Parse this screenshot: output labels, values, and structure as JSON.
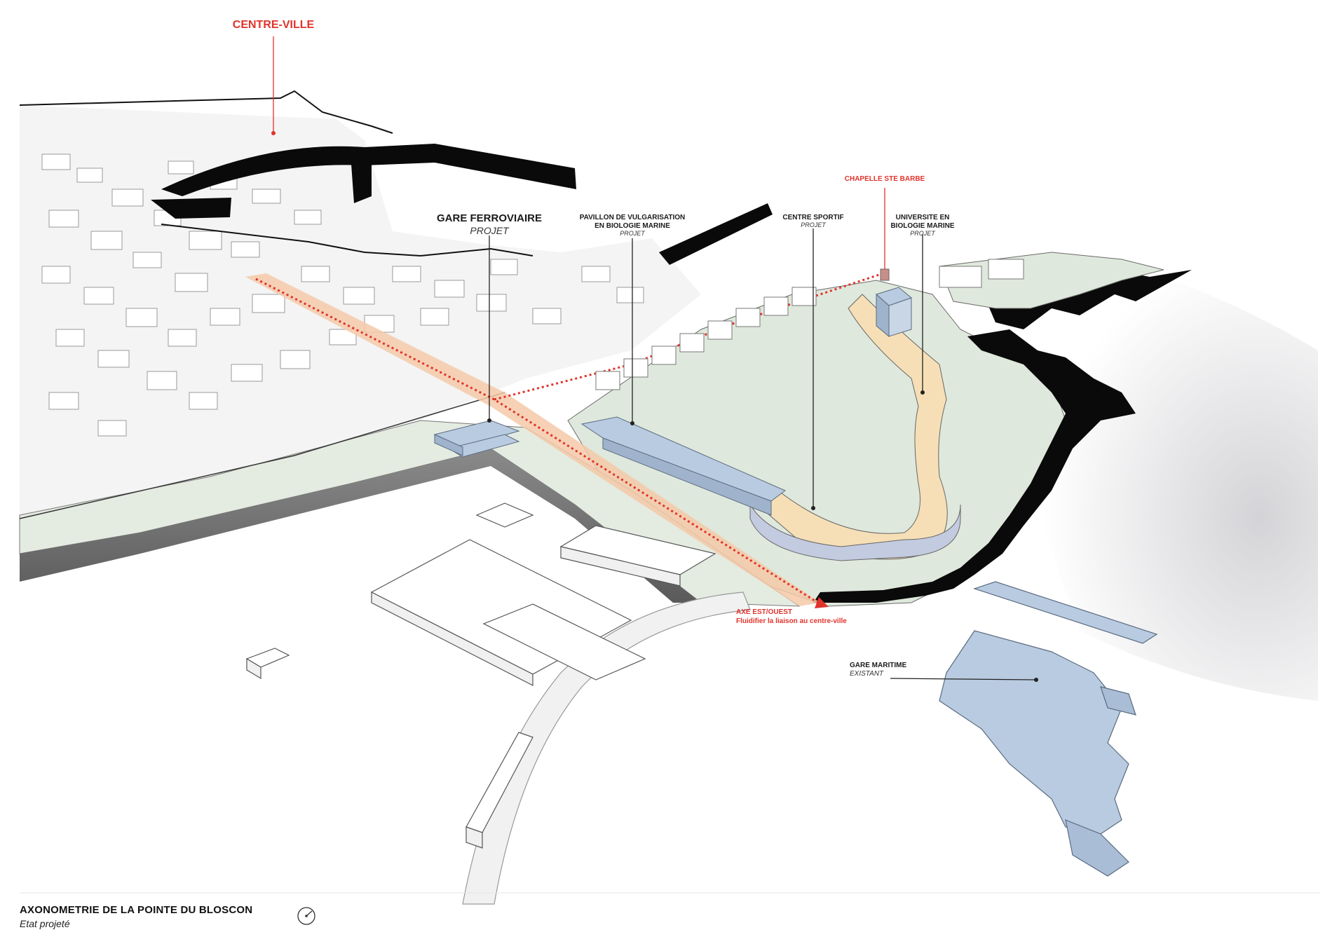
{
  "labels": {
    "centre_ville": "CENTRE-VILLE",
    "chapelle": "CHAPELLE STE BARBE",
    "gare_ferro_title": "GARE FERROVIAIRE",
    "gare_ferro_sub": "PROJET",
    "pavillon_l1": "PAVILLON DE VULGARISATION",
    "pavillon_l2": "EN BIOLOGIE MARINE",
    "pavillon_sub": "PROJET",
    "sportif_title": "CENTRE SPORTIF",
    "sportif_sub": "PROJET",
    "univ_l1": "UNIVERSITE EN",
    "univ_l2": "BIOLOGIE MARINE",
    "univ_sub": "PROJET",
    "axe_title": "AXE EST/OUEST",
    "axe_sub": "Fluidifier la liaison au centre-ville",
    "gare_mar_title": "GARE MARITIME",
    "gare_mar_sub": "EXISTANT"
  },
  "footer": {
    "title": "AXONOMETRIE DE LA POINTE DU BLOSCON",
    "subtitle": "Etat projeté"
  },
  "colors": {
    "accent_red": "#e0332b",
    "building_blue": "#b9cbe0",
    "path_beige": "#f6dfb6",
    "green_land": "#dfe8dc",
    "wall_black": "#0a0a0a"
  },
  "icons": {
    "compass": "north-compass-icon"
  }
}
